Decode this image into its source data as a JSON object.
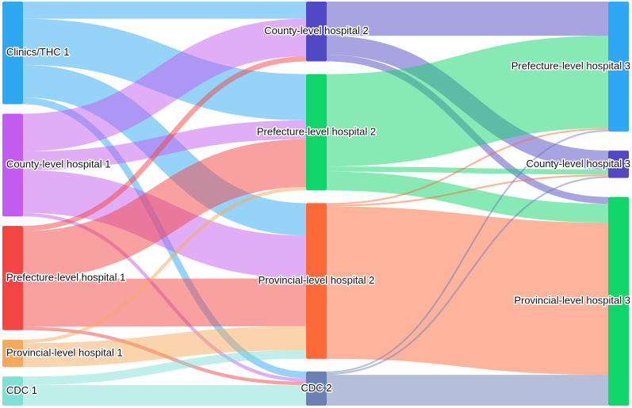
{
  "chart_data": {
    "type": "sankey",
    "nodes": [
      {
        "id": "clinics1",
        "label": "Clinics/THC 1",
        "column": 0,
        "color": "#2ea8f3"
      },
      {
        "id": "county1",
        "label": "County-level hospital 1",
        "column": 0,
        "color": "#c35cf0"
      },
      {
        "id": "pref1",
        "label": "Prefecture-level hospital 1",
        "column": 0,
        "color": "#f44444"
      },
      {
        "id": "prov1",
        "label": "Provincial-level hospital 1",
        "column": 0,
        "color": "#f7a85a"
      },
      {
        "id": "cdc1",
        "label": "CDC 1",
        "column": 0,
        "color": "#7fe0d6"
      },
      {
        "id": "county2",
        "label": "County-level hospital 2",
        "column": 1,
        "color": "#5148c4"
      },
      {
        "id": "pref2",
        "label": "Prefecture-level hospital 2",
        "column": 1,
        "color": "#10d66a"
      },
      {
        "id": "prov2",
        "label": "Provincial-level hospital 2",
        "column": 1,
        "color": "#fd6a3a"
      },
      {
        "id": "cdc2",
        "label": "CDC 2",
        "column": 1,
        "color": "#6b80b5"
      },
      {
        "id": "pref3",
        "label": "Prefecture-level hospital 3",
        "column": 2,
        "color": "#2ea8f3"
      },
      {
        "id": "county3",
        "label": "County-level hospital 3",
        "column": 2,
        "color": "#5148c4"
      },
      {
        "id": "prov3",
        "label": "Provincial-level hospital 3",
        "column": 2,
        "color": "#10d66a"
      }
    ],
    "links": [
      {
        "source": "clinics1",
        "target": "county2",
        "value": 20
      },
      {
        "source": "clinics1",
        "target": "pref2",
        "value": 54
      },
      {
        "source": "clinics1",
        "target": "prov2",
        "value": 38
      },
      {
        "source": "clinics1",
        "target": "cdc2",
        "value": 8
      },
      {
        "source": "county1",
        "target": "county2",
        "value": 44
      },
      {
        "source": "county1",
        "target": "pref2",
        "value": 22
      },
      {
        "source": "county1",
        "target": "prov2",
        "value": 50
      },
      {
        "source": "county1",
        "target": "cdc2",
        "value": 4
      },
      {
        "source": "pref1",
        "target": "county2",
        "value": 6
      },
      {
        "source": "pref1",
        "target": "pref2",
        "value": 56
      },
      {
        "source": "pref1",
        "target": "prov2",
        "value": 56
      },
      {
        "source": "pref1",
        "target": "cdc2",
        "value": 4
      },
      {
        "source": "prov1",
        "target": "pref2",
        "value": 4
      },
      {
        "source": "prov1",
        "target": "prov2",
        "value": 28
      },
      {
        "source": "cdc1",
        "target": "prov2",
        "value": 10
      },
      {
        "source": "cdc1",
        "target": "cdc2",
        "value": 24
      },
      {
        "source": "county2",
        "target": "pref3",
        "value": 40
      },
      {
        "source": "county2",
        "target": "county3",
        "value": 22
      },
      {
        "source": "county2",
        "target": "prov3",
        "value": 8
      },
      {
        "source": "pref2",
        "target": "pref3",
        "value": 108
      },
      {
        "source": "pref2",
        "target": "county3",
        "value": 6
      },
      {
        "source": "pref2",
        "target": "prov3",
        "value": 22
      },
      {
        "source": "prov2",
        "target": "pref3",
        "value": 2
      },
      {
        "source": "prov2",
        "target": "county3",
        "value": 2
      },
      {
        "source": "prov2",
        "target": "prov3",
        "value": 178
      },
      {
        "source": "cdc2",
        "target": "pref3",
        "value": 2
      },
      {
        "source": "cdc2",
        "target": "county3",
        "value": 2
      },
      {
        "source": "cdc2",
        "target": "prov3",
        "value": 36
      }
    ]
  }
}
